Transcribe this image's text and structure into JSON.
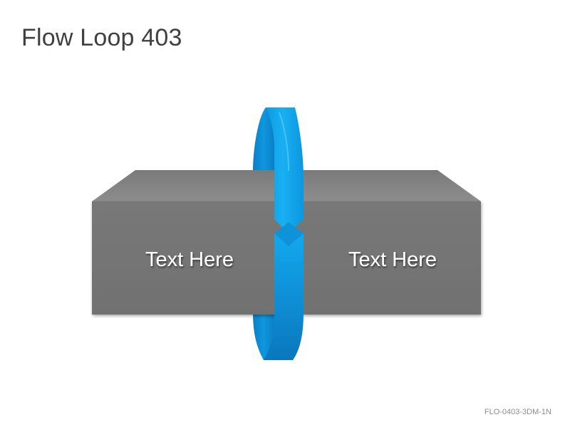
{
  "slide": {
    "title": "Flow Loop 403",
    "footer_code": "FLO-0403-3DM-1N"
  },
  "diagram": {
    "left_box_label": "Text Here",
    "right_box_label": "Text Here"
  },
  "colors": {
    "box_front": "#737373",
    "box_top": "#8a8a8a",
    "loop_accent": "#12a6ea",
    "loop_dark": "#0b74b6",
    "title_text": "#404040"
  }
}
